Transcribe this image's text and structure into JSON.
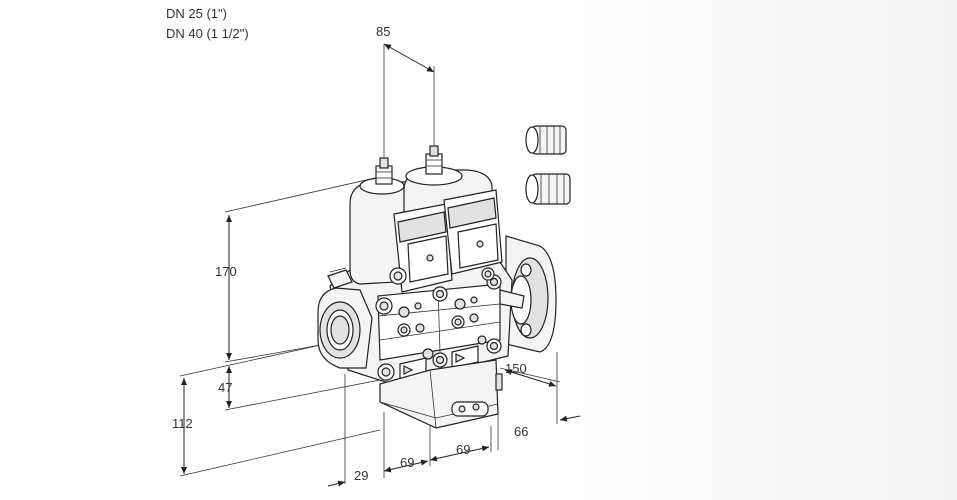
{
  "spec": {
    "line1": "DN 25 (1\")",
    "line2": "DN 40 (1 1/2\")"
  },
  "dimensions": {
    "d85": "85",
    "d170": "170",
    "d47": "47",
    "d112": "112",
    "d150": "150",
    "d66": "66",
    "d29": "29",
    "d69a": "69",
    "d69b": "69"
  }
}
